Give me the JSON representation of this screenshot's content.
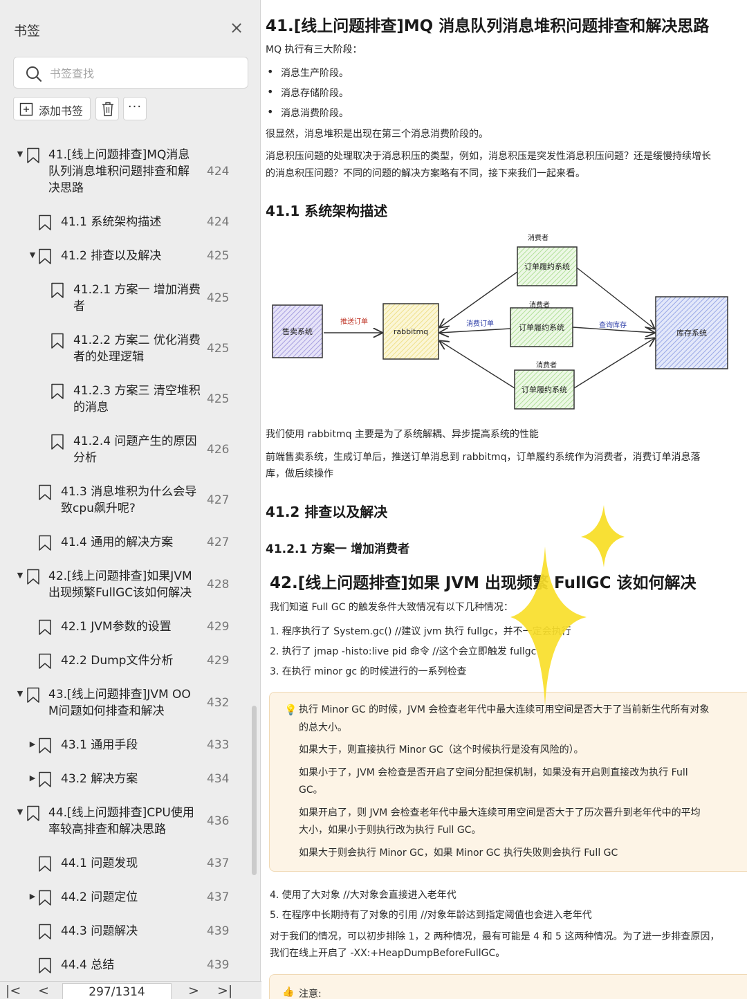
{
  "sidebar": {
    "title": "书签",
    "search_placeholder": "书签查找",
    "add_label": "添加书签",
    "more_label": "···",
    "items": [
      {
        "label": "41.[线上问题排查]MQ消息队列消息堆积问题排查和解决思路",
        "lines": [
          "41.[线上问题排查]MQ消息",
          "队列消息堆积问题排查和解",
          "决思路"
        ],
        "page": "424",
        "level": 0,
        "arrow": "▼"
      },
      {
        "label": "41.1 系统架构描述",
        "lines": [
          "41.1 系统架构描述"
        ],
        "page": "424",
        "level": 1,
        "arrow": ""
      },
      {
        "label": "41.2 排查以及解决",
        "lines": [
          "41.2 排查以及解决"
        ],
        "page": "425",
        "level": 1,
        "arrow": "▼"
      },
      {
        "label": "41.2.1 方案一 增加消费者",
        "lines": [
          "41.2.1 方案一 增加消费",
          "者"
        ],
        "page": "425",
        "level": 2,
        "arrow": ""
      },
      {
        "label": "41.2.2 方案二 优化消费者的处理逻辑",
        "lines": [
          "41.2.2 方案二 优化消费",
          "者的处理逻辑"
        ],
        "page": "425",
        "level": 2,
        "arrow": ""
      },
      {
        "label": "41.2.3 方案三 清空堆积的消息",
        "lines": [
          "41.2.3 方案三 清空堆积",
          "的消息"
        ],
        "page": "425",
        "level": 2,
        "arrow": ""
      },
      {
        "label": "41.2.4 问题产生的原因分析",
        "lines": [
          "41.2.4 问题产生的原因",
          "分析"
        ],
        "page": "426",
        "level": 2,
        "arrow": ""
      },
      {
        "label": "41.3 消息堆积为什么会导致cpu飙升呢?",
        "lines": [
          "41.3 消息堆积为什么会导",
          "致cpu飙升呢?"
        ],
        "page": "427",
        "level": 1,
        "arrow": ""
      },
      {
        "label": "41.4 通用的解决方案",
        "lines": [
          "41.4 通用的解决方案"
        ],
        "page": "427",
        "level": 1,
        "arrow": ""
      },
      {
        "label": "42.[线上问题排查]如果JVM出现频繁FullGC该如何解决",
        "lines": [
          "42.[线上问题排查]如果JVM",
          "出现频繁FullGC该如何解决"
        ],
        "page": "428",
        "level": 0,
        "arrow": "▼"
      },
      {
        "label": "42.1 JVM参数的设置",
        "lines": [
          "42.1 JVM参数的设置"
        ],
        "page": "429",
        "level": 1,
        "arrow": ""
      },
      {
        "label": "42.2 Dump文件分析",
        "lines": [
          "42.2 Dump文件分析"
        ],
        "page": "429",
        "level": 1,
        "arrow": ""
      },
      {
        "label": "43.[线上问题排查]JVM OOM问题如何排查和解决",
        "lines": [
          "43.[线上问题排查]JVM OO",
          "M问题如何排查和解决"
        ],
        "page": "432",
        "level": 0,
        "arrow": "▼"
      },
      {
        "label": "43.1 通用手段",
        "lines": [
          "43.1 通用手段"
        ],
        "page": "433",
        "level": 1,
        "arrow": "▶"
      },
      {
        "label": "43.2 解决方案",
        "lines": [
          "43.2 解决方案"
        ],
        "page": "434",
        "level": 1,
        "arrow": "▶"
      },
      {
        "label": "44.[线上问题排查]CPU使用率较高排查和解决思路",
        "lines": [
          "44.[线上问题排查]CPU使用",
          "率较高排查和解决思路"
        ],
        "page": "436",
        "level": 0,
        "arrow": "▼"
      },
      {
        "label": "44.1 问题发现",
        "lines": [
          "44.1 问题发现"
        ],
        "page": "437",
        "level": 1,
        "arrow": ""
      },
      {
        "label": "44.2 问题定位",
        "lines": [
          "44.2 问题定位"
        ],
        "page": "437",
        "level": 1,
        "arrow": "▶"
      },
      {
        "label": "44.3 问题解决",
        "lines": [
          "44.3 问题解决"
        ],
        "page": "439",
        "level": 1,
        "arrow": ""
      },
      {
        "label": "44.4 总结",
        "lines": [
          "44.4 总结"
        ],
        "page": "439",
        "level": 1,
        "arrow": ""
      }
    ]
  },
  "footer": {
    "first": "|<",
    "prev": "<",
    "page_indicator": "297/1314",
    "next": ">",
    "last": ">|"
  },
  "document": {
    "h41": "41.[线上问题排查]MQ 消息队列消息堆积问题排查和解决思路",
    "intro": "MQ 执行有三大阶段：",
    "stages": [
      "消息生产阶段。",
      "消息存储阶段。",
      "消息消费阶段。"
    ],
    "obvious": "很显然，消息堆积是出现在第三个消息消费阶段的。",
    "para1_l1": "消息积压问题的处理取决于消息积压的类型，例如，消息积压是突发性消息积压问题？还是缓慢持续增长",
    "para1_l2": "的消息积压问题？不同的问题的解决方案略有不同，接下来我们一起来看。",
    "h41_1": "41.1 系统架构描述",
    "diagram": {
      "sale_system": "售卖系统",
      "rabbitmq": "rabbitmq",
      "push_order": "推送订单",
      "consume_order": "消费订单",
      "consumer_label": "消费者",
      "fulfill_system": "订单履约系统",
      "query_stock": "查询库存",
      "stock_system": "库存系统"
    },
    "use_rabbitmq": "我们使用 rabbitmq 主要是为了系统解耦、异步提高系统的性能",
    "para2_l1": "前端售卖系统，生成订单后，推送订单消息到 rabbitmq，订单履约系统作为消费者，消费订单消息落",
    "para2_l2": "库，做后续操作",
    "h41_2": "41.2 排查以及解决",
    "h41_2_1": "41.2.1 方案一 增加消费者",
    "h42": "42.[线上问题排查]如果 JVM 出现频繁 FullGC 该如何解决",
    "gc_intro": "我们知道 Full GC 的触发条件大致情况有以下几种情况：",
    "gc_list": [
      "1.  程序执行了 System.gc() //建议 jvm 执行 fullgc，并不一定会执行",
      "2.  执行了 jmap -histo:live pid 命令 //这个会立即触发 fullgc",
      "3.  在执行 minor gc 的时候进行的一系列检查"
    ],
    "tip": [
      "执行 Minor GC 的时候，JVM 会检查老年代中最大连续可用空间是否大于了当前新生代所有对象",
      "的总大小。",
      "如果大于，则直接执行 Minor GC（这个时候执行是没有风险的）。",
      "如果小于了，JVM 会检查是否开启了空间分配担保机制，如果没有开启则直接改为执行 Full",
      "GC。",
      "如果开启了，则 JVM 会检查老年代中最大连续可用空间是否大于了历次晋升到老年代中的平均",
      "大小，如果小于则执行改为执行 Full GC。",
      "如果大于则会执行 Minor GC，如果 Minor GC 执行失败则会执行 Full GC"
    ],
    "gc_list2": [
      "4.  使用了大对象 //大对象会直接进入老年代",
      "5.  在程序中长期持有了对象的引用 //对象年龄达到指定阈值也会进入老年代"
    ],
    "para3_l1": "对于我们的情况，可以初步排除 1，2 两种情况，最有可能是 4 和 5 这两种情况。为了进一步排查原因，",
    "para3_l2": "我们在线上开启了 -XX:+HeapDumpBeforeFullGC。",
    "note_label": "注意:"
  },
  "colors": {
    "sidebar_bg": "#ededed",
    "sale_fill": "#c9c5f0",
    "rabbit_fill": "#f7efb5",
    "consumer_fill": "#d5f0c8",
    "stock_fill": "#c3cdf2",
    "push_label": "#c0392b",
    "consume_label": "#2e3fa8",
    "tip_bg": "#fdf4e6",
    "sparkle": "#f8de2a"
  }
}
